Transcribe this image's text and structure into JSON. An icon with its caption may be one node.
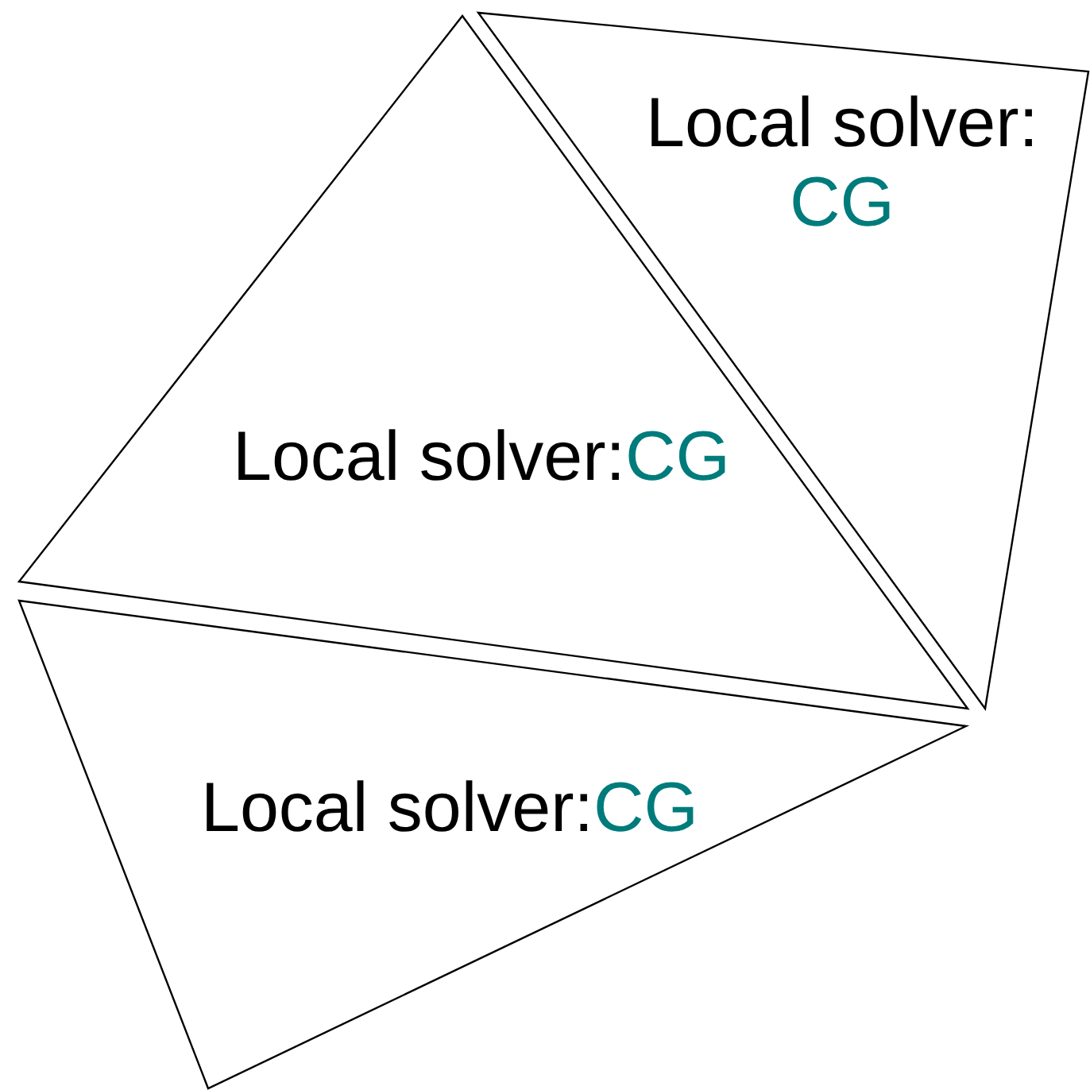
{
  "diagram": {
    "nodes": [
      {
        "text": [
          "Local solver:",
          "CG"
        ]
      },
      {
        "text": [
          "Local solver:",
          "CG"
        ]
      },
      {
        "text": [
          "Local solver:",
          "CG"
        ]
      }
    ]
  }
}
